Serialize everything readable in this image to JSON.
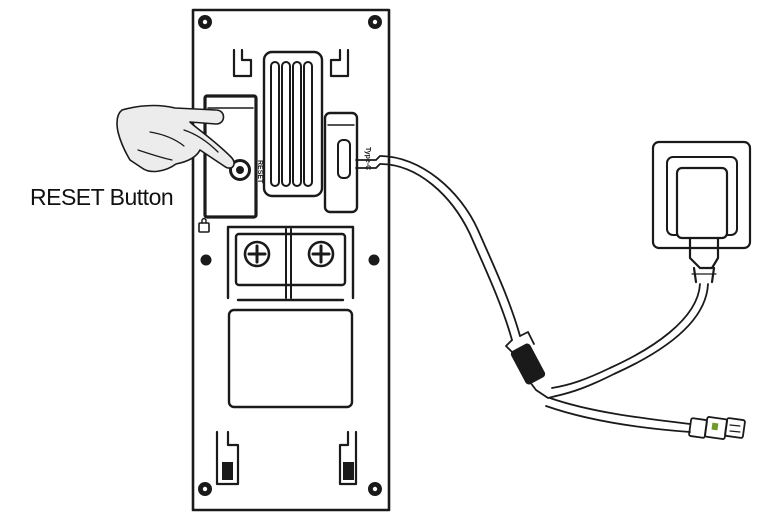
{
  "callout": {
    "reset_button_label": "RESET Button"
  },
  "panel_labels": {
    "reset_text": "RESET",
    "typec_text": "Type-C"
  },
  "icons": [
    "screw-icon",
    "mount-slot-icon",
    "speaker-grille-icon",
    "reset-button-icon",
    "hand-pointer-icon",
    "usb-c-port-icon",
    "terminal-screw-icon",
    "wall-socket-icon",
    "power-adapter-icon",
    "cable-splitter-icon",
    "usb-connector-icon"
  ],
  "colors": {
    "line": "#1a1a1a",
    "fill": "#ffffff",
    "shade": "#d9d9d9",
    "accent": "#6e9a2a"
  }
}
